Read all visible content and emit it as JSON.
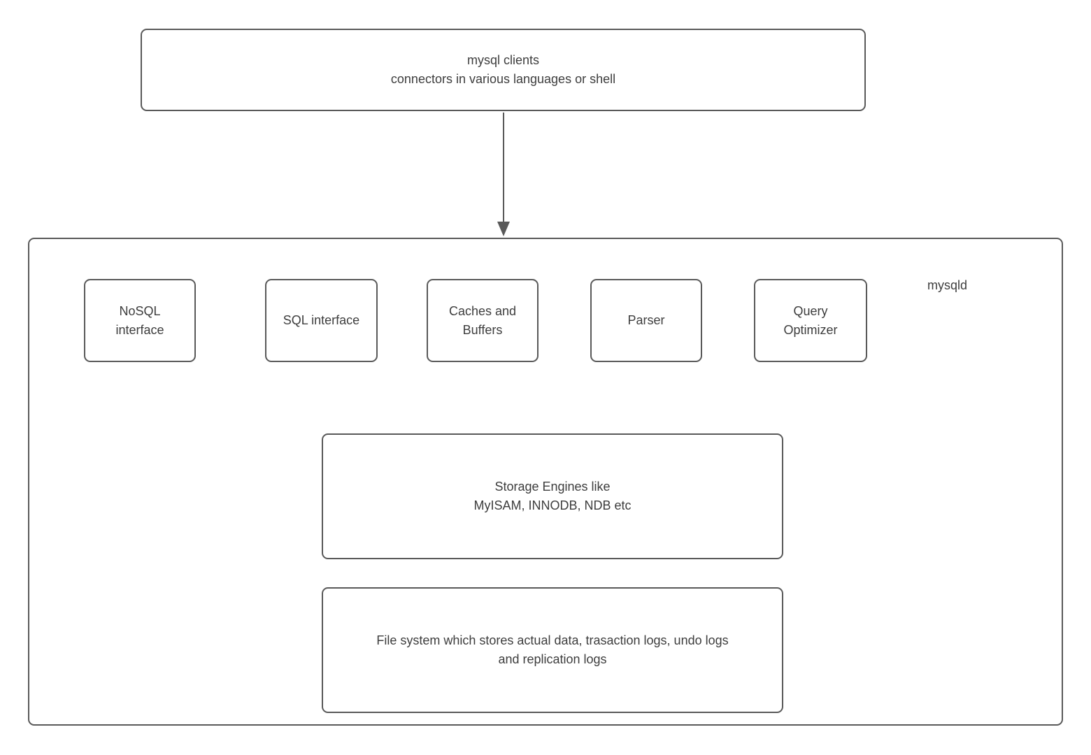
{
  "diagram": {
    "colors": {
      "border": "#595959",
      "text": "#3d3d3d",
      "background": "#ffffff"
    },
    "clients_box": {
      "label": "mysql clients\nconnectors in various languages or shell"
    },
    "arrow": {
      "from": "mysql clients",
      "to": "mysqld",
      "direction": "down"
    },
    "mysqld_label": "mysqld",
    "components": [
      {
        "label": "NoSQL\ninterface"
      },
      {
        "label": "SQL interface"
      },
      {
        "label": "Caches and\nBuffers"
      },
      {
        "label": "Parser"
      },
      {
        "label": "Query\nOptimizer"
      }
    ],
    "storage_box": {
      "label": "Storage Engines like\nMyISAM, INNODB, NDB etc"
    },
    "filesystem_box": {
      "label": "File system which stores actual data, trasaction logs, undo logs\nand replication logs"
    }
  }
}
